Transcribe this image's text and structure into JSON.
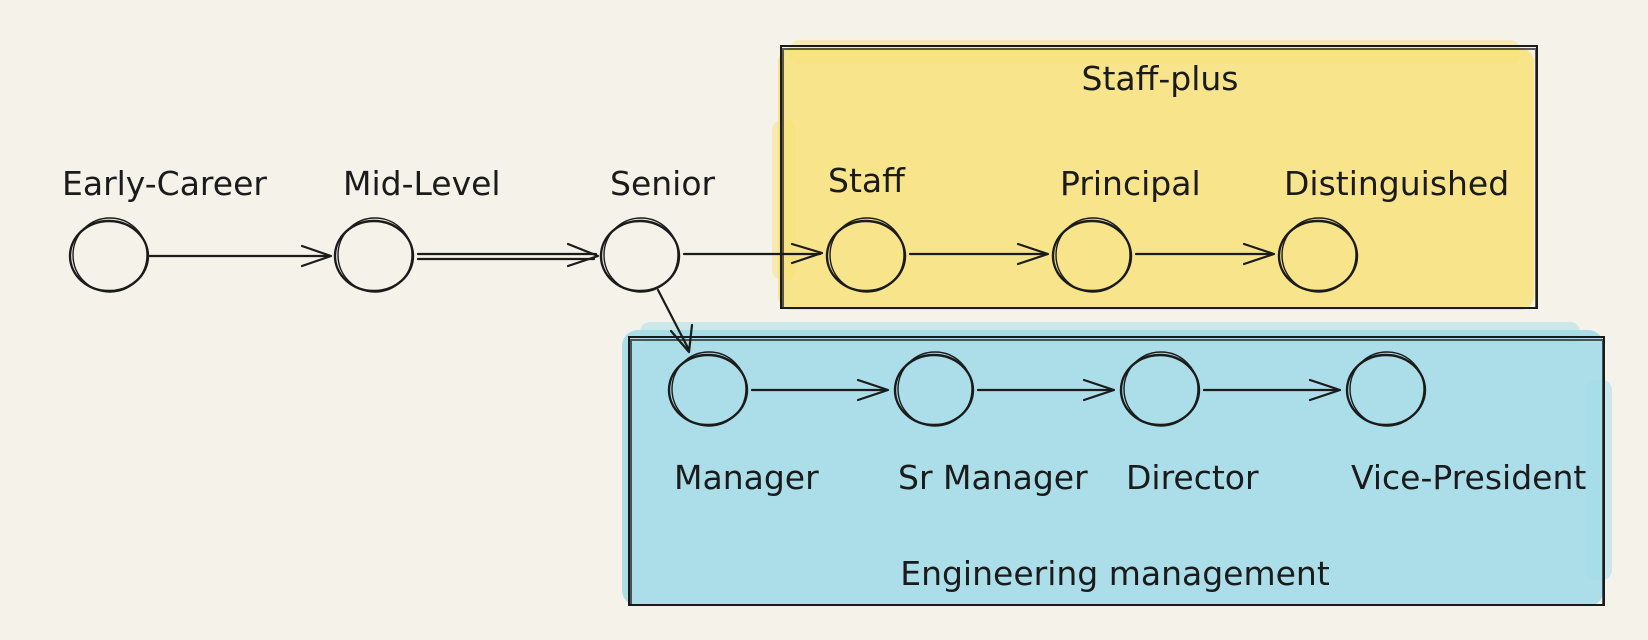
{
  "colors": {
    "background": "#f5f2ea",
    "staff_plus_fill": "#f7e27a",
    "engineering_management_fill": "#9fdbe9",
    "ink": "#1b1b1b"
  },
  "groups": {
    "staff_plus": {
      "title": "Staff-plus"
    },
    "engineering_management": {
      "title": "Engineering management"
    }
  },
  "nodes": {
    "early_career": "Early-Career",
    "mid_level": "Mid-Level",
    "senior": "Senior",
    "staff": "Staff",
    "principal": "Principal",
    "distinguished": "Distinguished",
    "manager": "Manager",
    "sr_manager": "Sr Manager",
    "director": "Director",
    "vice_president": "Vice-President"
  },
  "edges": [
    [
      "early_career",
      "mid_level"
    ],
    [
      "mid_level",
      "senior"
    ],
    [
      "senior",
      "staff"
    ],
    [
      "staff",
      "principal"
    ],
    [
      "principal",
      "distinguished"
    ],
    [
      "senior",
      "manager"
    ],
    [
      "manager",
      "sr_manager"
    ],
    [
      "sr_manager",
      "director"
    ],
    [
      "director",
      "vice_president"
    ]
  ]
}
